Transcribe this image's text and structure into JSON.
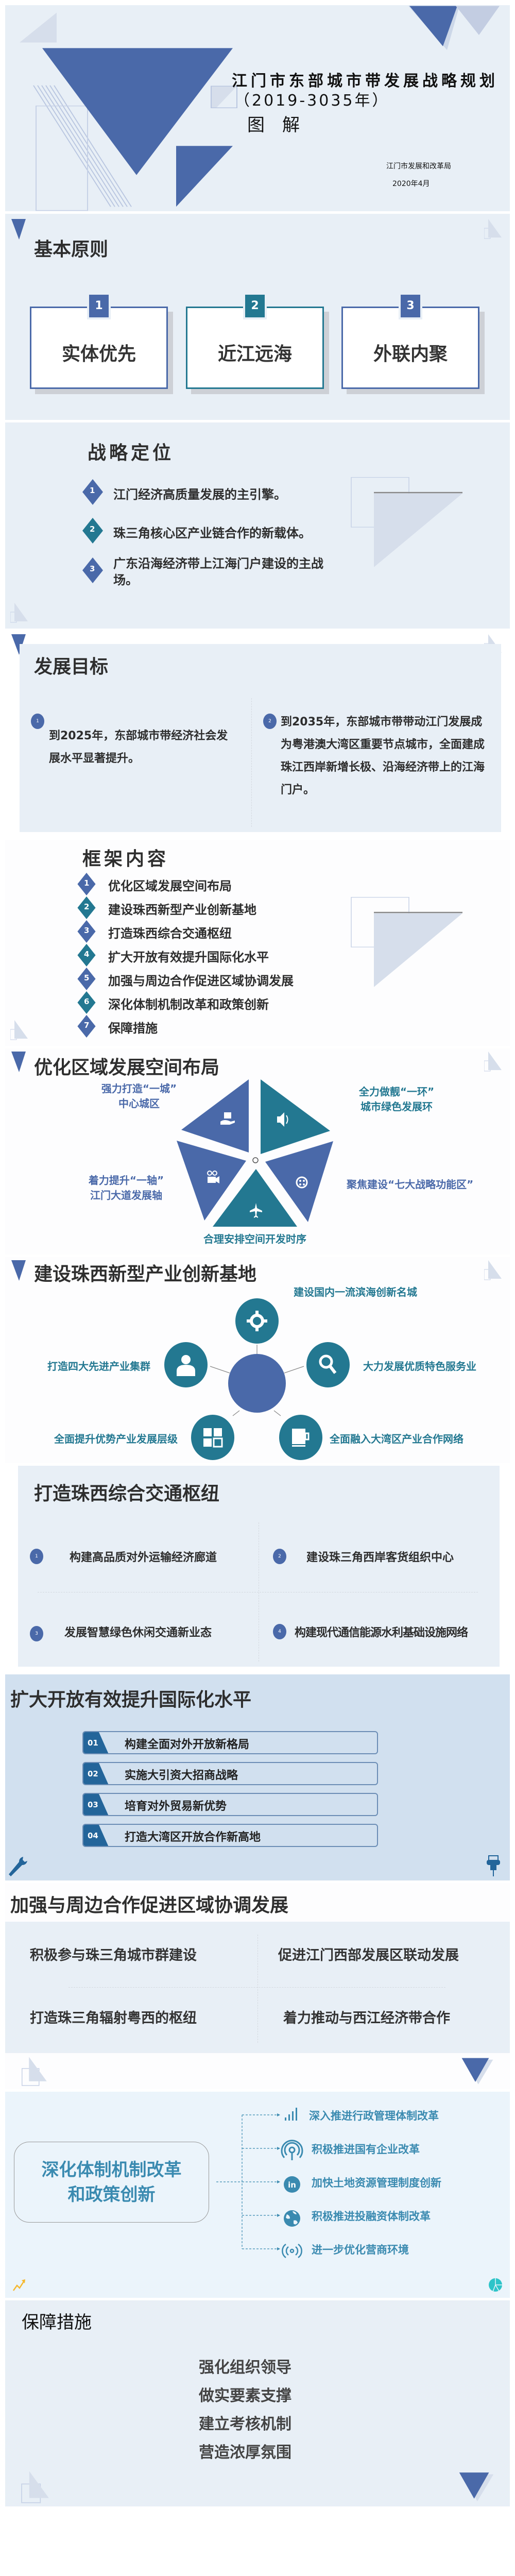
{
  "cover": {
    "title": "江门市东部城市带发展战略规划",
    "years": "（2019-3035年）",
    "subtitle": "图　解",
    "publisher": "江门市发展和改革局",
    "date": "2020年4月"
  },
  "principles": {
    "title": "基本原则",
    "items": [
      {
        "num": "1",
        "label": "实体优先"
      },
      {
        "num": "2",
        "label": "近江远海"
      },
      {
        "num": "3",
        "label": "外联内聚"
      }
    ]
  },
  "positioning": {
    "title": "战略定位",
    "items": [
      {
        "num": "1",
        "text": "江门经济高质量发展的主引擎。"
      },
      {
        "num": "2",
        "text": "珠三角核心区产业链合作的新载体。"
      },
      {
        "num": "3",
        "text": "广东沿海经济带上江海门户建设的主战场。"
      }
    ]
  },
  "goals": {
    "title": "发展目标",
    "items": [
      {
        "num": "1",
        "text": "到2025年，东部城市带经济社会发展水平显著提升。"
      },
      {
        "num": "2",
        "text": "到2035年，东部城市带带动江门发展成为粤港澳大湾区重要节点城市，全面建成珠江西岸新增长极、沿海经济带上的江海门户。"
      }
    ]
  },
  "framework": {
    "title": "框架内容",
    "items": [
      {
        "num": "1",
        "text": "优化区域发展空间布局"
      },
      {
        "num": "2",
        "text": "建设珠西新型产业创新基地"
      },
      {
        "num": "3",
        "text": "打造珠西综合交通枢纽"
      },
      {
        "num": "4",
        "text": "扩大开放有效提升国际化水平"
      },
      {
        "num": "5",
        "text": "加强与周边合作促进区域协调发展"
      },
      {
        "num": "6",
        "text": "深化体制机制改革和政策创新"
      },
      {
        "num": "7",
        "text": "保障措施"
      }
    ]
  },
  "layout": {
    "title": "优化区域发展空间布局",
    "items": [
      {
        "line1": "强力打造“一城”",
        "line2": "中心城区"
      },
      {
        "line1": "全力做靓“一环”",
        "line2": "城市绿色发展环"
      },
      {
        "line1": "聚焦建设“七大战略功能区”"
      },
      {
        "line1": "合理安排空间开发时序"
      },
      {
        "line1": "着力提升“一轴”",
        "line2": "江门大道发展轴"
      }
    ],
    "colors": {
      "blue": "#4a69a9",
      "teal": "#237891"
    }
  },
  "industry": {
    "title": "建设珠西新型产业创新基地",
    "items": [
      {
        "icon": "gear-icon",
        "text": "建设国内一流滨海创新名城"
      },
      {
        "icon": "user-icon",
        "text": "打造四大先进产业集群"
      },
      {
        "icon": "search-icon",
        "text": "大力发展优质特色服务业"
      },
      {
        "icon": "grid-icon",
        "text": "全面提升优势产业发展层级"
      },
      {
        "icon": "cup-icon",
        "text": "全面融入大湾区产业合作网络"
      }
    ]
  },
  "transport": {
    "title": "打造珠西综合交通枢纽",
    "items": [
      {
        "num": "1",
        "text": "构建高品质对外运输经济廊道"
      },
      {
        "num": "2",
        "text": "建设珠三角西岸客货组织中心"
      },
      {
        "num": "3",
        "text": "发展智慧绿色休闲交通新业态"
      },
      {
        "num": "4",
        "text": "构建现代通信能源水利基础设施网络"
      }
    ]
  },
  "opening": {
    "title": "扩大开放有效提升国际化水平",
    "items": [
      {
        "num": "01",
        "text": "构建全面对外开放新格局"
      },
      {
        "num": "02",
        "text": "实施大引资大招商战略"
      },
      {
        "num": "03",
        "text": "培育对外贸易新优势"
      },
      {
        "num": "04",
        "text": "打造大湾区开放合作新高地"
      }
    ]
  },
  "cooperation": {
    "title": "加强与周边合作促进区域协调发展",
    "items": [
      "积极参与珠三角城市群建设",
      "促进江门西部发展区联动发展",
      "打造珠三角辐射粤西的枢纽",
      "着力推动与西江经济带合作"
    ]
  },
  "reform": {
    "center_line1": "深化体制机制改革",
    "center_line2": "和政策创新",
    "items": [
      {
        "icon": "signal-bars-icon",
        "text": "深入推进行政管理体制改革"
      },
      {
        "icon": "podcast-icon",
        "text": "积极推进国有企业改革"
      },
      {
        "icon": "linkedin-icon",
        "text": "加快土地资源管理制度创新"
      },
      {
        "icon": "globe-icon",
        "text": "积极推进投融资体制改革"
      },
      {
        "icon": "broadcast-icon",
        "text": "进一步优化营商环境"
      }
    ]
  },
  "safeguards": {
    "title": "保障措施",
    "items": [
      "强化组织领导",
      "做实要素支撑",
      "建立考核机制",
      "营造浓厚氛围"
    ]
  }
}
